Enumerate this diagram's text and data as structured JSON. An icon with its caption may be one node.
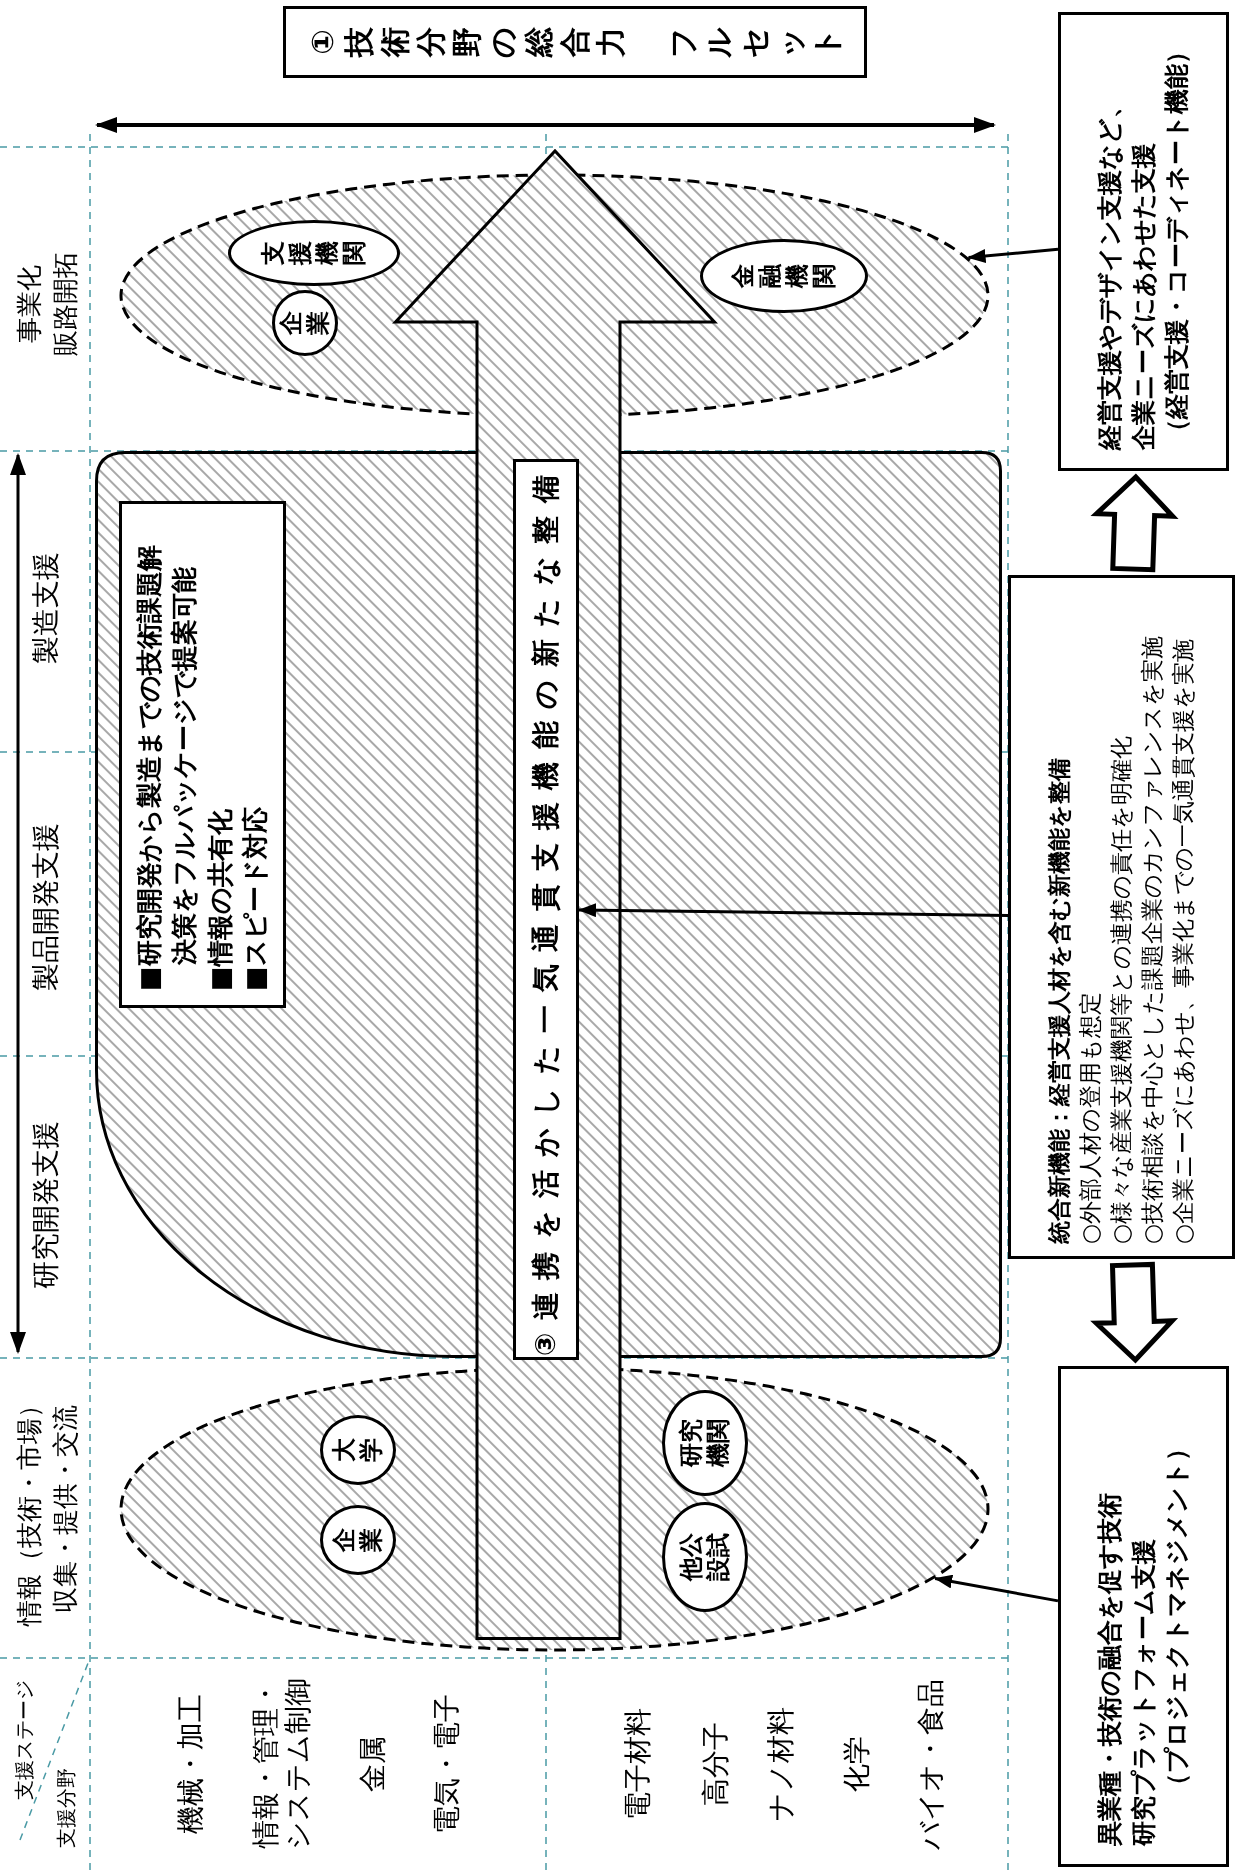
{
  "diagram": {
    "nodes": [
      {
        "text": [
          "①技術分野の総合力",
          "フルセット"
        ]
      },
      {
        "text": [],
        "shape": "ellipse"
      },
      {
        "text": [
          "企業"
        ],
        "in": 1
      },
      {
        "text": [
          "大学"
        ],
        "in": 1
      },
      {
        "text": [
          "他公設試"
        ],
        "in": 1
      },
      {
        "text": [
          "研究機関"
        ],
        "in": 1
      },
      {
        "text": [],
        "shape": "box"
      },
      {
        "text": [
          "■研究開発から製造までの技術課題解決策をフルパッケージで提案可能",
          "■情報の共有化",
          "■スピード対応"
        ],
        "in": 6
      },
      {
        "text": [
          "③連携を活かした一気通貫支援機能の新たな整備"
        ]
      },
      {
        "text": [],
        "shape": "ellipse"
      },
      {
        "text": [
          "企業"
        ],
        "in": 9
      },
      {
        "text": [
          "支援機関"
        ],
        "in": 9
      },
      {
        "text": [
          "金融機関"
        ],
        "in": 9
      },
      {
        "text": [
          "統合新機能：経営支援人材を含む新機能を整備",
          "○外部人材の登用も想定",
          "○様々な産業支援機関等との連携の責任を明確化",
          "○技術相談を中心とした課題企業のカンファレンスを実施",
          "○企業ニーズにあわせ、事業化までの一気通貫支援を実施"
        ]
      },
      {
        "text": [
          "経営支援やデザイン支援など、企業ニーズにあわせた支援",
          "（経営支援・コーディネート機能）"
        ]
      },
      {
        "text": [
          "異業種・技術の融合を促す技術研究プラットフォーム支援",
          "（プロジェクトマネジメント）"
        ]
      }
    ],
    "edges": [
      {
        "from": 13,
        "to": 8,
        "arrow": "to"
      },
      {
        "from": 13,
        "to": 14,
        "arrow": "to",
        "style": "thick"
      },
      {
        "from": 13,
        "to": 15,
        "arrow": "to",
        "style": "thick"
      },
      {
        "from": 14,
        "to": 9,
        "arrow": "to"
      },
      {
        "from": 15,
        "to": 1,
        "arrow": "to"
      }
    ],
    "labels": [
      "支援ステージ",
      "支援分野",
      "情報（技術・市場）",
      "収集・提供・交流",
      "研究開発支援",
      "製品開発支援",
      "製造支援",
      "事業化",
      "販路開拓",
      "機械・加工",
      "情報・管理・システム制御",
      "金属",
      "電気・電子",
      "電子材料",
      "高分子",
      "ナノ材料",
      "化学",
      "バイオ・食品"
    ]
  }
}
